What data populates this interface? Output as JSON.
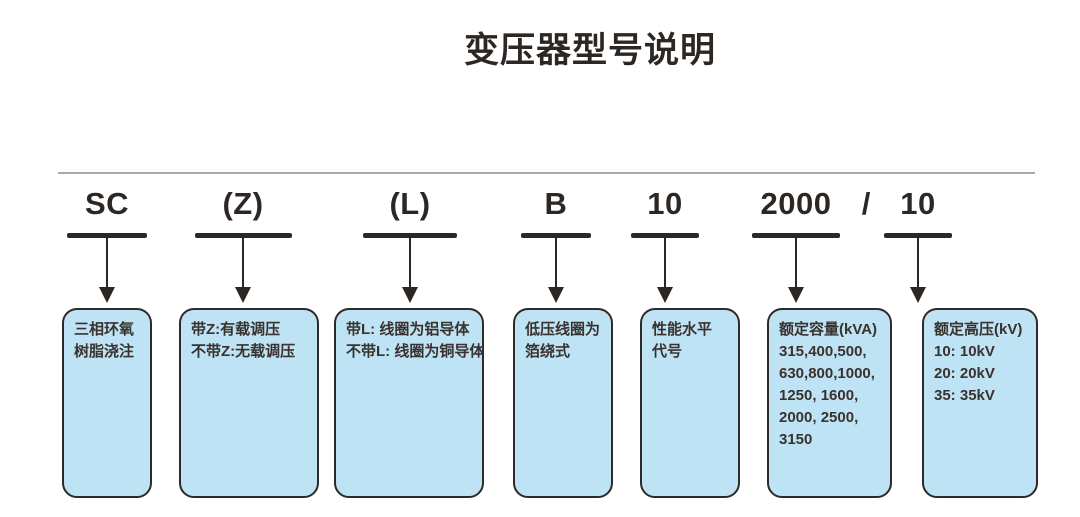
{
  "title": "变压器型号说明",
  "separator": "/",
  "colors": {
    "ink": "#2d2724",
    "rule_line": "#a9a9a9",
    "box_fill": "#bee3f4",
    "box_border": "#2e2a28",
    "box_text": "#3a322e",
    "background": "#ffffff"
  },
  "columns": [
    {
      "code": "SC",
      "box_lines": [
        "三相环氧",
        "树脂浇注"
      ]
    },
    {
      "code": "(Z)",
      "box_lines": [
        "带Z:有载调压",
        "不带Z:无载调压"
      ]
    },
    {
      "code": "(L)",
      "box_lines": [
        "带L: 线圈为铝导体",
        "不带L: 线圈为铜导体"
      ]
    },
    {
      "code": "B",
      "box_lines": [
        "低压线圈为",
        "箔绕式"
      ]
    },
    {
      "code": "10",
      "box_lines": [
        "性能水平",
        "代号"
      ]
    },
    {
      "code": "2000",
      "box_lines": [
        "额定容量(kVA)",
        "315,400,500,",
        "630,800,1000,",
        "1250, 1600,",
        "2000, 2500,",
        "3150"
      ]
    },
    {
      "code": "10",
      "box_lines": [
        "额定高压(kV)",
        "10: 10kV",
        "20: 20kV",
        "35: 35kV"
      ]
    }
  ]
}
